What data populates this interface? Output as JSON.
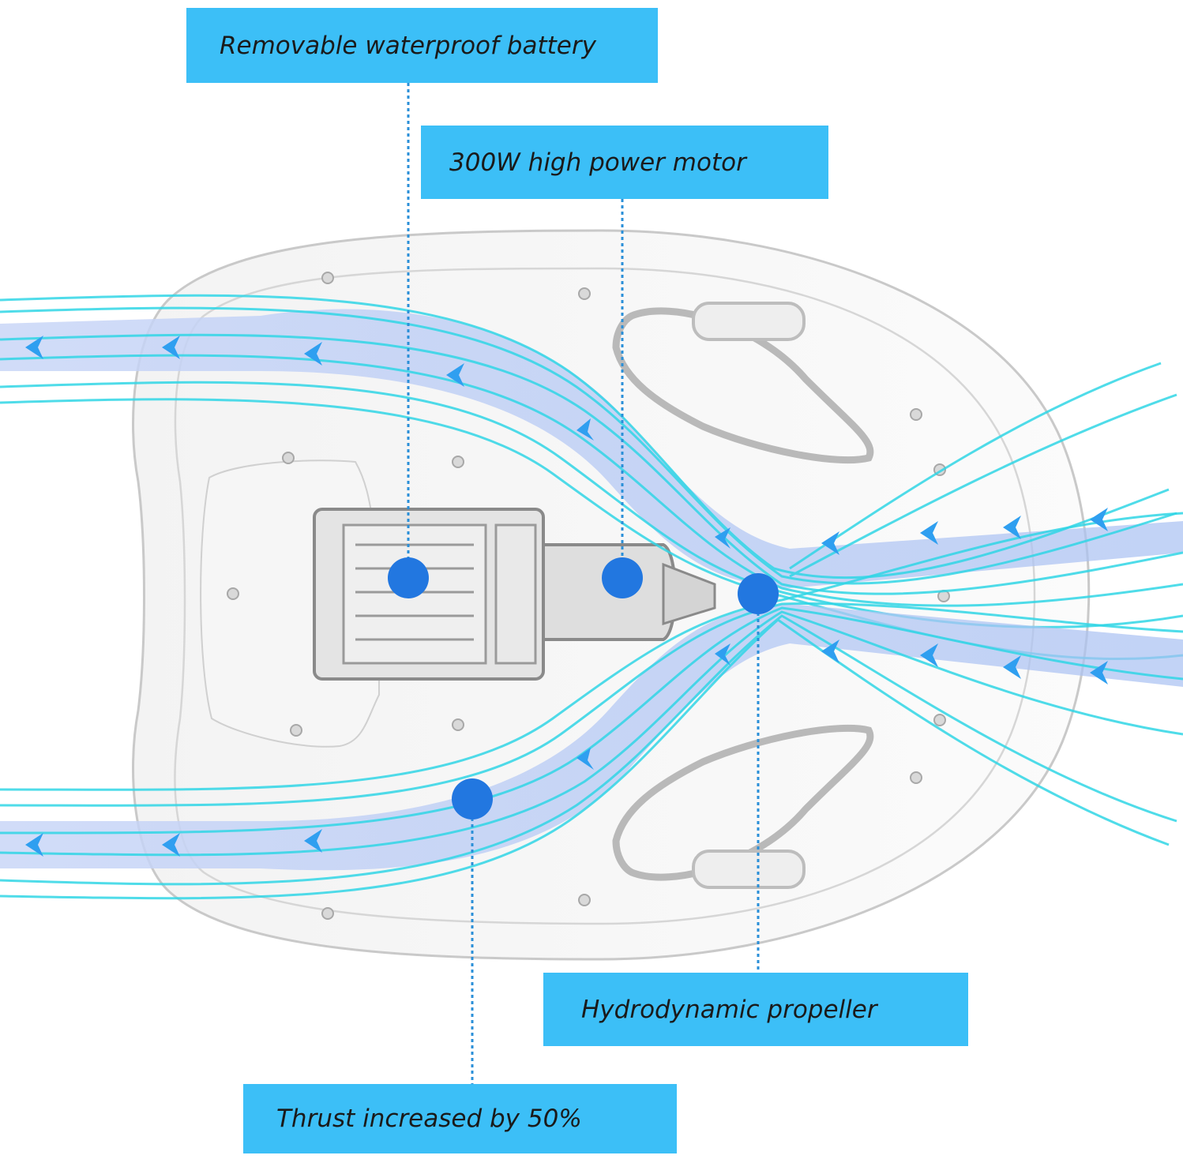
{
  "callouts": {
    "battery": "Removable waterproof battery",
    "motor": "300W high power motor",
    "propeller": "Hydrodynamic propeller",
    "thrust": "Thrust increased by 50%"
  },
  "colors": {
    "callout_bg": "#3cbff7",
    "marker": "#2277e0",
    "flow_cyan": "#31d6e6",
    "flow_band": "#9db8f2",
    "hull_outline": "#c9c9c9"
  }
}
